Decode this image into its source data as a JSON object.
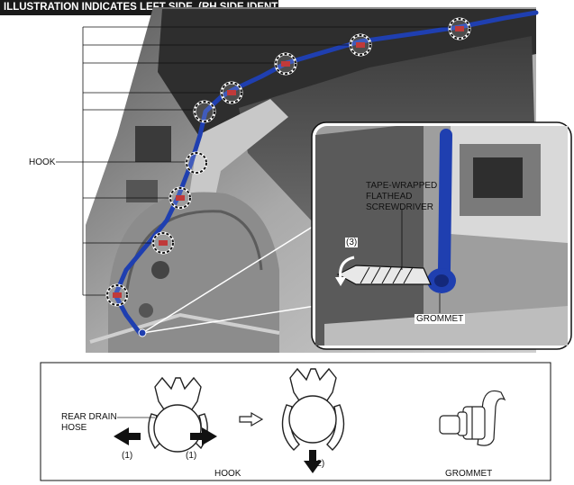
{
  "header": {
    "title": "ILLUSTRATION INDICATES LEFT SIDE. (RH SIDE IDENTICAL)"
  },
  "main_figure": {
    "hook_label": "HOOK"
  },
  "detail_inset": {
    "step_label": "(3)",
    "tool_label_line1": "TAPE-WRAPPED",
    "tool_label_line2": "FLATHEAD",
    "tool_label_line3": "SCREWDRIVER",
    "grommet_label": "GROMMET"
  },
  "lower_panel": {
    "rear_drain_hose_line1": "REAR DRAIN",
    "rear_drain_hose_line2": "HOSE",
    "step1_left": "(1)",
    "step1_right": "(1)",
    "step2": "(2)",
    "hook_caption": "HOOK",
    "grommet_caption": "GROMMET"
  },
  "colors": {
    "hose": "#1f3fb0",
    "body_gray": "#9a9a9a",
    "dark": "#1a1a1a"
  },
  "icons": [
    "hook-clip-icon",
    "grommet-icon",
    "arrow-left-icon",
    "arrow-right-icon",
    "arrow-down-icon",
    "hollow-arrow-icon"
  ]
}
